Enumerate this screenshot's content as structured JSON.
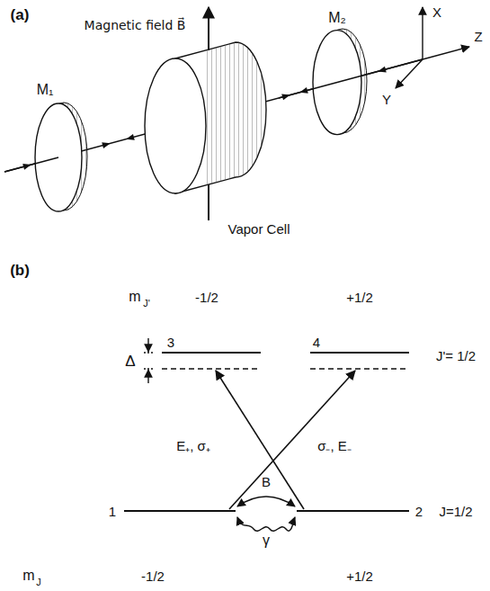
{
  "diagram": {
    "labels": [
      "(a)",
      "Magnetic field B⃗",
      "M₁",
      "M₂",
      "Vapor Cell",
      "X",
      "Z",
      "Y",
      "(b)",
      "m",
      "J'",
      "-1/2",
      "+1/2",
      "3",
      "4",
      "Δ",
      "J'= 1/2",
      "E₊, σ₊",
      "σ₋, E₋",
      "B",
      "γ",
      "1",
      "2",
      "J=1/2",
      "m",
      "J",
      "-1/2",
      "+1/2"
    ]
  }
}
